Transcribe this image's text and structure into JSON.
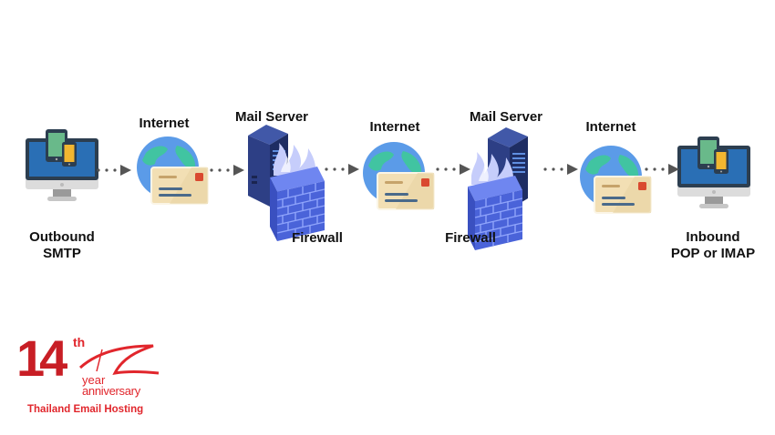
{
  "diagram": {
    "nodes": [
      {
        "id": "outbound",
        "label_line1": "Outbound",
        "label_line2": "SMTP",
        "icon": "desktop-computer-with-devices"
      },
      {
        "id": "internet1",
        "label": "Internet",
        "icon": "globe-with-envelope"
      },
      {
        "id": "mailserver1",
        "label": "Mail Server",
        "icon": "server-tower"
      },
      {
        "id": "firewall1",
        "label": "Firewall",
        "icon": "firewall-brick-wall"
      },
      {
        "id": "internet2",
        "label": "Internet",
        "icon": "globe-with-envelope"
      },
      {
        "id": "mailserver2",
        "label": "Mail Server",
        "icon": "server-tower"
      },
      {
        "id": "firewall2",
        "label": "Firewall",
        "icon": "firewall-brick-wall"
      },
      {
        "id": "internet3",
        "label": "Internet",
        "icon": "globe-with-envelope"
      },
      {
        "id": "inbound",
        "label_line1": "Inbound",
        "label_line2": "POP or IMAP",
        "icon": "desktop-computer-with-devices"
      }
    ],
    "edges": [
      {
        "from": "outbound",
        "to": "internet1",
        "style": "dotted-arrow"
      },
      {
        "from": "internet1",
        "to": "mailserver1",
        "style": "dotted-arrow"
      },
      {
        "from": "mailserver1",
        "to": "internet2",
        "style": "dotted-arrow"
      },
      {
        "from": "internet2",
        "to": "mailserver2",
        "style": "dotted-arrow"
      },
      {
        "from": "mailserver2",
        "to": "internet3",
        "style": "dotted-arrow"
      },
      {
        "from": "internet3",
        "to": "inbound",
        "style": "dotted-arrow"
      }
    ]
  },
  "logo": {
    "number": "14",
    "suffix": "th",
    "year_text": "year",
    "anniversary_text": "anniversary",
    "company": "Thailand Email Hosting"
  },
  "colors": {
    "brand_red": "#e1262c",
    "server_blue": "#2c3e7a",
    "firewall_blue": "#4a63d9",
    "globe_blue": "#5b9be8",
    "globe_green": "#41c4a1",
    "envelope": "#f2dfb4",
    "arrow_gray": "#555555"
  }
}
